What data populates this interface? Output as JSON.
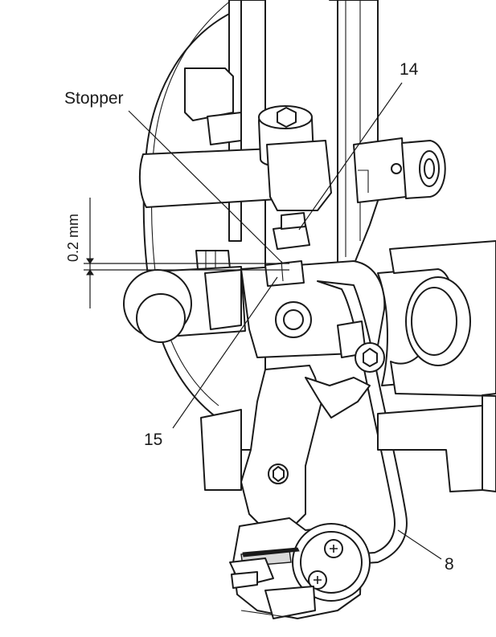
{
  "labels": {
    "stopper": "Stopper",
    "part_14": "14",
    "part_15": "15",
    "part_8": "8",
    "clearance": "0.2 mm"
  }
}
